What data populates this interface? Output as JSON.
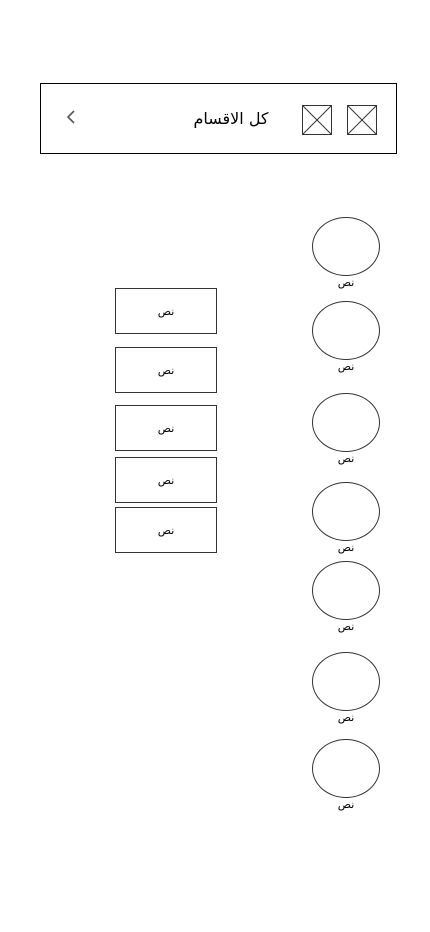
{
  "header": {
    "title": "كل الاقسام",
    "back_icon": "chevron-left-icon",
    "placeholder_icons": [
      "image-placeholder-icon",
      "image-placeholder-icon"
    ]
  },
  "categories": [
    {
      "label": "نص"
    },
    {
      "label": "نص"
    },
    {
      "label": "نص"
    },
    {
      "label": "نص"
    },
    {
      "label": "نص"
    },
    {
      "label": "نص"
    },
    {
      "label": "نص"
    }
  ],
  "subcategories": [
    {
      "label": "نص"
    },
    {
      "label": "نص"
    },
    {
      "label": "نص"
    },
    {
      "label": "نص"
    },
    {
      "label": "نص"
    }
  ]
}
